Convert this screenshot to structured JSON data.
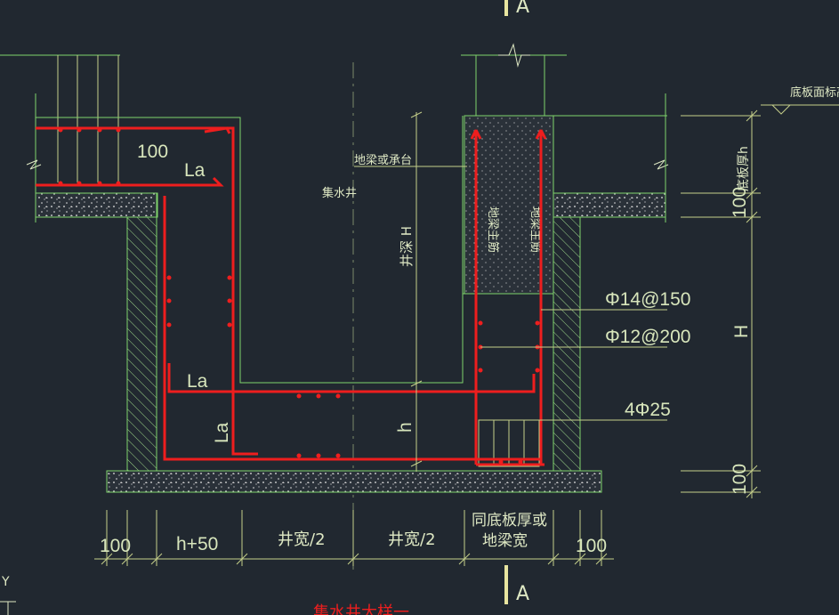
{
  "drawing": {
    "section_label_top": "A",
    "section_label_bottom": "A",
    "axis_marker": "Y",
    "title": "集水井大样一"
  },
  "labels": {
    "rebar_anchor_top": "100",
    "anchor_la_top": "La",
    "anchor_la_mid": "La",
    "anchor_la_low": "La",
    "beam_or_cap": "地梁或承台",
    "sump_pit": "集水井",
    "pit_depth": "井深 H",
    "h_small": "h",
    "right_H": "H",
    "slab_thickness": "底板厚h",
    "slab_top_elev": "底板面标高",
    "dim_100_right_top": "100",
    "dim_100_right_bottom": "100",
    "beam_inner_left": "地梁主筋",
    "beam_inner_right": "地梁主筋"
  },
  "rebar_callouts": {
    "r1": "Φ14@150",
    "r2": "Φ12@200",
    "r3": "4Φ25"
  },
  "bottom_dims": {
    "d1": "100",
    "d2": "h+50",
    "d3": "井宽/2",
    "d4": "井宽/2",
    "d5_line1": "同底板厚或",
    "d5_line2": "地梁宽",
    "d6": "100"
  },
  "colors": {
    "background": "#212830",
    "outline": "#7fd36b",
    "rebar": "#ee1e1e",
    "text": "#dfe9c4"
  }
}
